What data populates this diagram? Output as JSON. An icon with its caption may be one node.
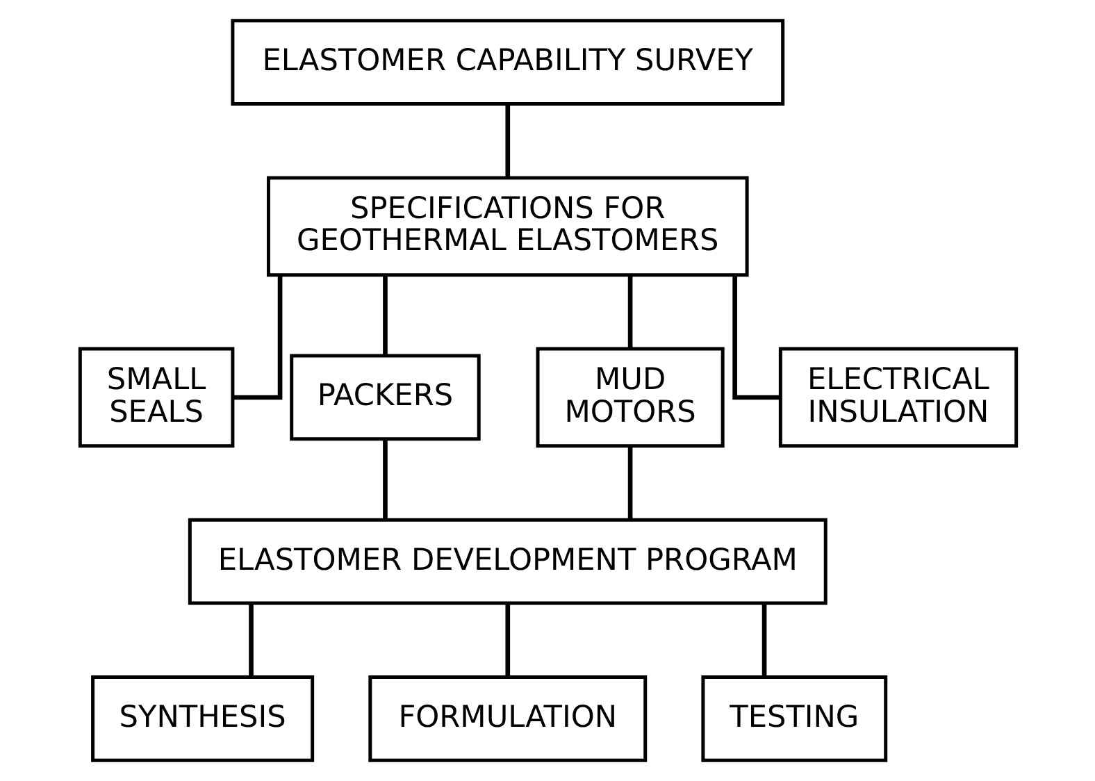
{
  "diagram": {
    "nodes": [
      {
        "text": [
          "ELASTOMER CAPABILITY SURVEY"
        ]
      },
      {
        "text": [
          "SPECIFICATIONS FOR GEOTHERMAL ELASTOMERS"
        ]
      },
      {
        "text": [
          "SMALL SEALS"
        ]
      },
      {
        "text": [
          "PACKERS"
        ]
      },
      {
        "text": [
          "MUD MOTORS"
        ]
      },
      {
        "text": [
          "ELECTRICAL INSULATION"
        ]
      },
      {
        "text": [
          "ELASTOMER DEVELOPMENT PROGRAM"
        ]
      },
      {
        "text": [
          "SYNTHESIS"
        ]
      },
      {
        "text": [
          "FORMULATION"
        ]
      },
      {
        "text": [
          "TESTING"
        ]
      }
    ],
    "edges": [
      {
        "from": 0,
        "to": 1,
        "arrow": "none"
      },
      {
        "from": 1,
        "to": 2,
        "arrow": "none"
      },
      {
        "from": 1,
        "to": 3,
        "arrow": "none"
      },
      {
        "from": 1,
        "to": 4,
        "arrow": "none"
      },
      {
        "from": 1,
        "to": 5,
        "arrow": "none"
      },
      {
        "from": 3,
        "to": 6,
        "arrow": "none"
      },
      {
        "from": 4,
        "to": 6,
        "arrow": "none"
      },
      {
        "from": 6,
        "to": 7,
        "arrow": "none"
      },
      {
        "from": 6,
        "to": 8,
        "arrow": "none"
      },
      {
        "from": 6,
        "to": 9,
        "arrow": "none"
      }
    ]
  }
}
